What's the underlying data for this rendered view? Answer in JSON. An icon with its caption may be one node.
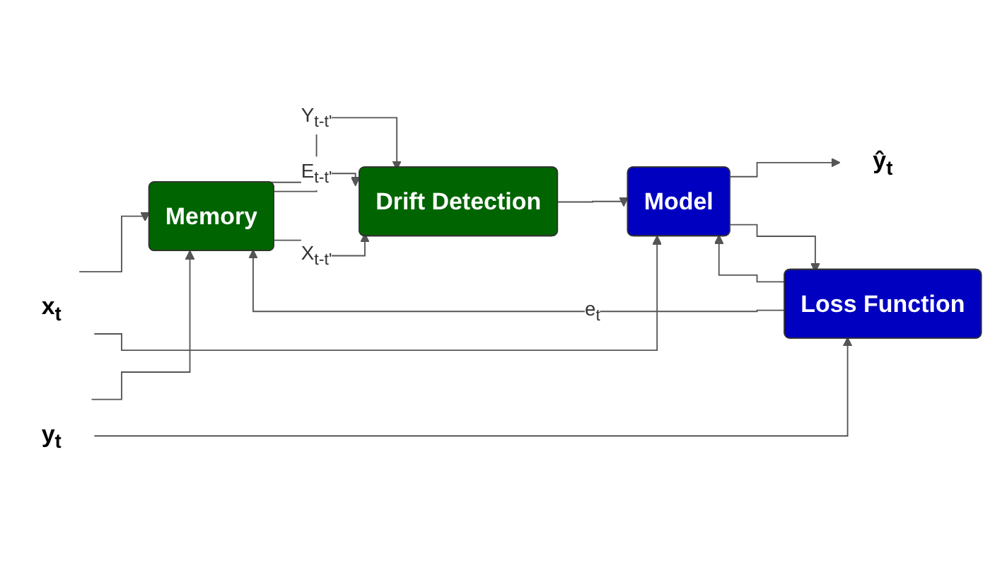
{
  "diagram": {
    "nodes": [
      {
        "text": [
          "x$_{t}$"
        ]
      },
      {
        "text": [
          "y$_{t}$"
        ]
      },
      {
        "text": [
          "Memory"
        ]
      },
      {
        "text": [
          "Model"
        ]
      },
      {
        "text": [
          "ŷ$_{t}$"
        ]
      },
      {
        "text": [
          "Loss Function"
        ]
      },
      {
        "text": [
          "Drift Detection"
        ]
      }
    ],
    "edges": [
      {
        "from": 0,
        "to": 2,
        "arrow": "to"
      },
      {
        "from": 0,
        "to": 3,
        "arrow": "to"
      },
      {
        "from": 1,
        "to": 2,
        "arrow": "to"
      },
      {
        "from": 1,
        "to": 5,
        "arrow": "to"
      },
      {
        "from": 2,
        "to": 6,
        "arrow": "to",
        "label": "Y$_{t-t'}$"
      },
      {
        "from": 2,
        "to": 6,
        "arrow": "to",
        "label": "E$_{t-t'}$"
      },
      {
        "from": 2,
        "to": 6,
        "arrow": "to",
        "label": "X$_{t-t'}$"
      },
      {
        "from": 5,
        "to": 2,
        "arrow": "to",
        "label": "e$_{t}$"
      },
      {
        "from": 5,
        "to": 3,
        "arrow": "to"
      },
      {
        "from": 6,
        "to": 3,
        "arrow": "to"
      },
      {
        "from": 3,
        "to": 4,
        "arrow": "to"
      },
      {
        "from": 3,
        "to": 5,
        "arrow": "to"
      }
    ]
  }
}
